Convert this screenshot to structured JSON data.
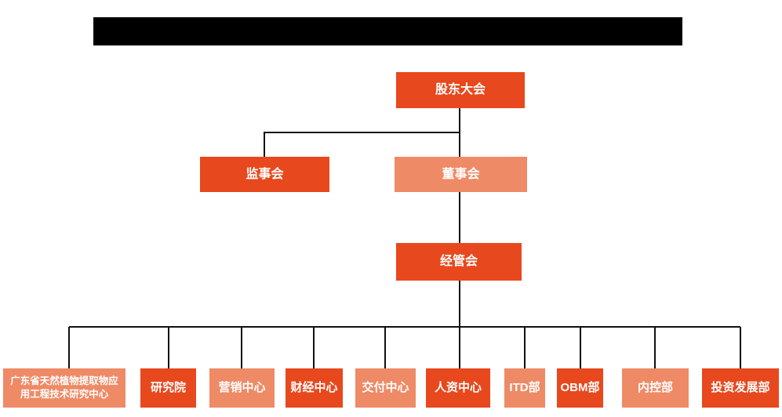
{
  "colors": {
    "primary_orange": "#E8481D",
    "light_orange": "#EF8A66",
    "connector_line": "#111111",
    "redaction_black": "#000000",
    "background": "#FFFFFF",
    "node_text": "#FFFFFF"
  },
  "title_bar": {
    "redacted": true,
    "text": ""
  },
  "org_chart": {
    "root": {
      "label": "股东大会",
      "tone": "dark"
    },
    "supervisory_board": {
      "label": "监事会",
      "tone": "dark"
    },
    "board_of_directors": {
      "label": "董事会",
      "tone": "light"
    },
    "management_committee": {
      "label": "经管会",
      "tone": "dark"
    },
    "departments": [
      {
        "label": "广东省天然植物提取物应用工程技术研究中心",
        "tone": "light"
      },
      {
        "label": "研究院",
        "tone": "dark"
      },
      {
        "label": "营销中心",
        "tone": "light"
      },
      {
        "label": "财经中心",
        "tone": "dark"
      },
      {
        "label": "交付中心",
        "tone": "light"
      },
      {
        "label": "人资中心",
        "tone": "dark"
      },
      {
        "label": "ITD部",
        "tone": "light"
      },
      {
        "label": "OBM部",
        "tone": "dark"
      },
      {
        "label": "内控部",
        "tone": "light"
      },
      {
        "label": "投资发展部",
        "tone": "dark"
      }
    ]
  }
}
